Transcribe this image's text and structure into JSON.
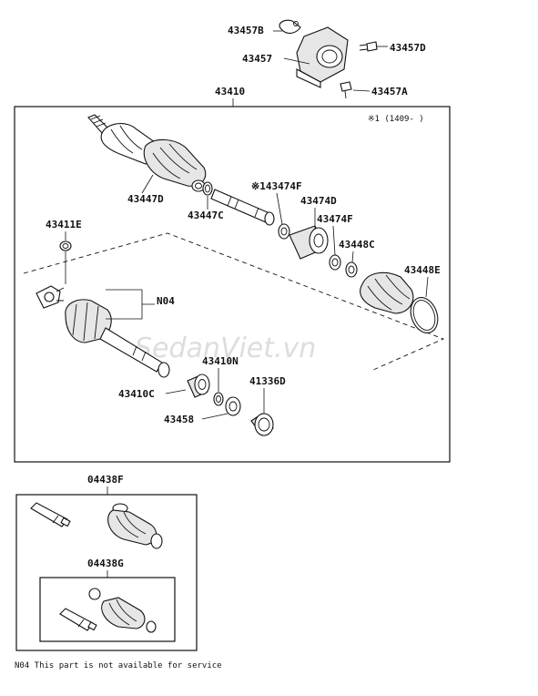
{
  "watermark": "SedanViet.vn",
  "note_range": "※1 (1409-     )",
  "footnote": "N04 This part is not available for service",
  "labels": {
    "p43457B": "43457B",
    "p43457": "43457",
    "p43457D": "43457D",
    "p43457A": "43457A",
    "p43410": "43410",
    "p43447D": "43447D",
    "p43447C": "43447C",
    "p43474F_a": "※143474F",
    "p43474D": "43474D",
    "p43474F_b": "43474F",
    "p43448C": "43448C",
    "p43448E": "43448E",
    "p43411E": "43411E",
    "pN04": "N04",
    "p43410N": "43410N",
    "p43410C": "43410C",
    "p41336D": "41336D",
    "p43458": "43458",
    "p04438F": "04438F",
    "p04438G": "04438G"
  }
}
